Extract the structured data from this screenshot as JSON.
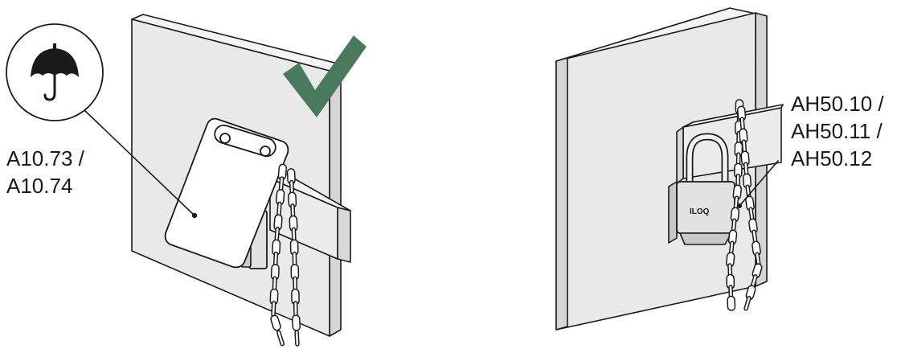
{
  "left_figure": {
    "label_line1": "A10.73 /",
    "label_line2": "A10.74",
    "badge_icon": "umbrella-icon",
    "status_icon": "checkmark-icon",
    "status_color": "#4a7a5e"
  },
  "right_figure": {
    "label_line1": "AH50.10 /",
    "label_line2": "AH50.11 /",
    "label_line3": "AH50.12",
    "lock_brand": "ILOQ"
  }
}
